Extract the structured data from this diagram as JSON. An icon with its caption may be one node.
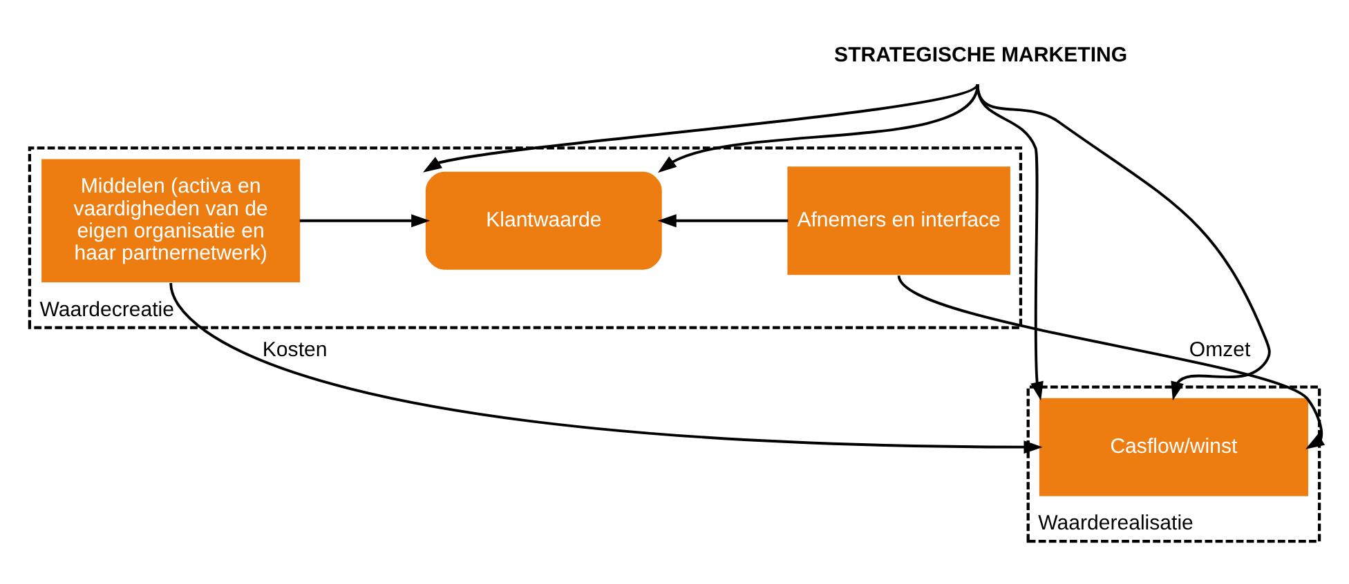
{
  "diagram": {
    "nodes": [
      {
        "text": [
          "Waardecreatie"
        ]
      },
      {
        "text": [
          "Middelen (activa en vaardigheden van de eigen organisatie en haar partnernetwerk)"
        ],
        "in": 0
      },
      {
        "text": [
          "Klantwaarde"
        ],
        "in": 0
      },
      {
        "text": [
          "Afnemers en interface"
        ],
        "in": 0
      },
      {
        "text": [
          "Waarderealisatie"
        ]
      },
      {
        "text": [
          "Casflow/winst"
        ],
        "in": 4
      },
      {
        "text": [
          "STRATEGISCHE MARKETING"
        ]
      }
    ],
    "edges": [
      {
        "from": 1,
        "to": 2,
        "arrow": "to"
      },
      {
        "from": 3,
        "to": 2,
        "arrow": "to"
      },
      {
        "from": 1,
        "to": 5,
        "arrow": "to",
        "label": "Kosten"
      },
      {
        "from": 3,
        "to": 5,
        "arrow": "to",
        "label": "Omzet"
      },
      {
        "from": 6,
        "to": 2,
        "arrow": "to"
      },
      {
        "from": 6,
        "to": 2,
        "arrow": "to"
      },
      {
        "from": 6,
        "to": 5,
        "arrow": "to"
      },
      {
        "from": 6,
        "to": 5,
        "arrow": "to"
      }
    ]
  }
}
